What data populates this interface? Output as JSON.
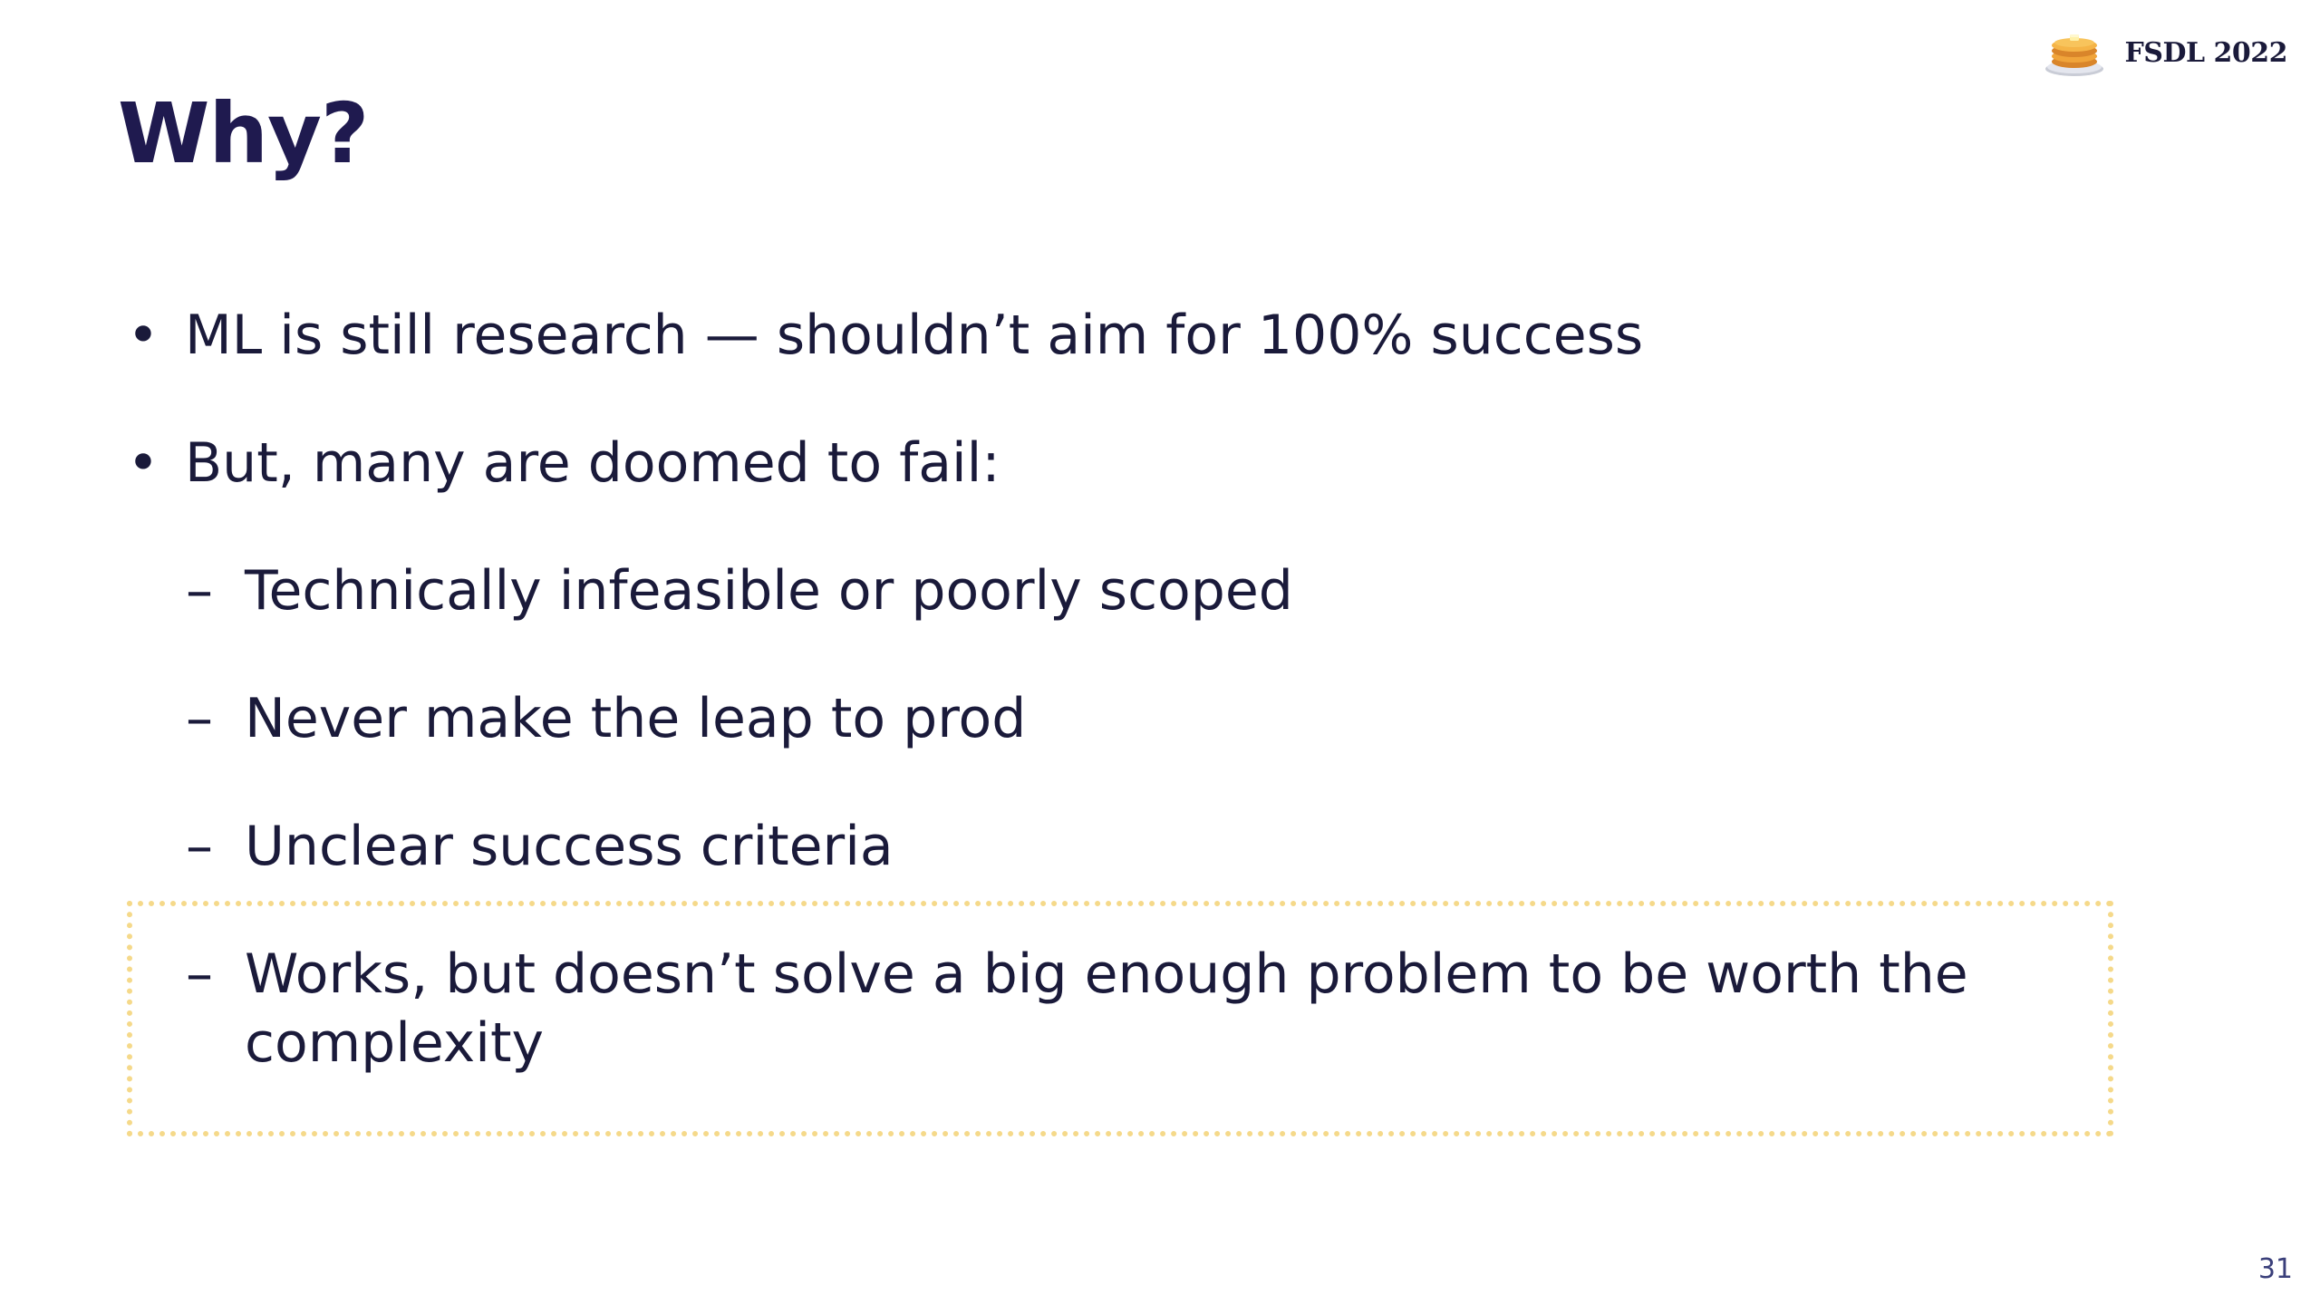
{
  "header": {
    "title": "Why?",
    "brand_text": "FSDL 2022",
    "brand_icon": "pancake-icon"
  },
  "bullets": {
    "bullet_marker": "•",
    "dash_marker": "–",
    "items": [
      "ML is still research — shouldn’t aim for 100% success",
      "But, many are doomed to fail:"
    ],
    "sub_items": [
      "Technically infeasible or poorly scoped",
      "Never make the leap to prod",
      "Unclear success criteria",
      "Works, but doesn’t solve a big enough problem to be worth the complexity"
    ]
  },
  "highlight_color": "#f5d98a",
  "footer": {
    "page_number": "31"
  }
}
